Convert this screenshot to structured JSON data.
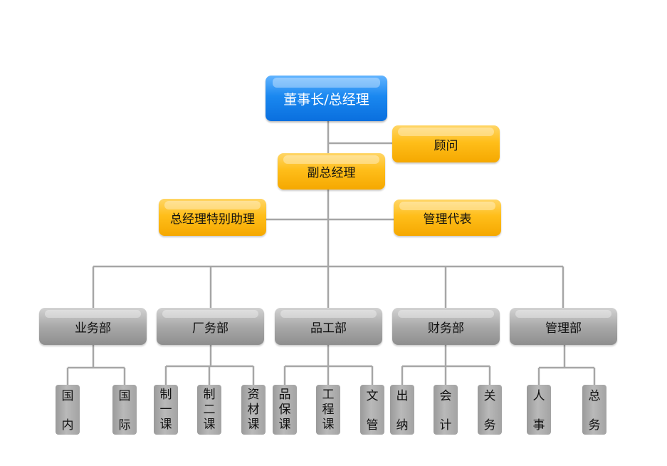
{
  "top": {
    "label": "董事长/总经理"
  },
  "adviser": {
    "label": "顾问"
  },
  "vice_gm": {
    "label": "副总经理"
  },
  "gm_assistant": {
    "label": "总经理特别助理"
  },
  "mgmt_rep": {
    "label": "管理代表"
  },
  "departments": [
    {
      "label": "业务部",
      "sections": [
        {
          "chars": [
            "国",
            "内"
          ]
        },
        {
          "chars": [
            "国",
            "际"
          ]
        }
      ]
    },
    {
      "label": "厂务部",
      "sections": [
        {
          "chars": [
            "制",
            "一",
            "课"
          ]
        },
        {
          "chars": [
            "制",
            "二",
            "课"
          ]
        },
        {
          "chars": [
            "资",
            "材",
            "课"
          ]
        }
      ]
    },
    {
      "label": "品工部",
      "sections": [
        {
          "chars": [
            "品",
            "保",
            "课"
          ]
        },
        {
          "chars": [
            "工",
            "程",
            "课"
          ]
        },
        {
          "chars": [
            "文",
            "管"
          ]
        }
      ]
    },
    {
      "label": "财务部",
      "sections": [
        {
          "chars": [
            "出",
            "纳"
          ]
        },
        {
          "chars": [
            "会",
            "计"
          ]
        },
        {
          "chars": [
            "关",
            "务"
          ]
        }
      ]
    },
    {
      "label": "管理部",
      "sections": [
        {
          "chars": [
            "人",
            "事"
          ]
        },
        {
          "chars": [
            "总",
            "务"
          ]
        }
      ]
    }
  ],
  "colors": {
    "line": "#a6a6a6",
    "top_box": "#1a88f0",
    "mid_box": "#ffbe1a",
    "dept_box": "#a9a9a9"
  }
}
